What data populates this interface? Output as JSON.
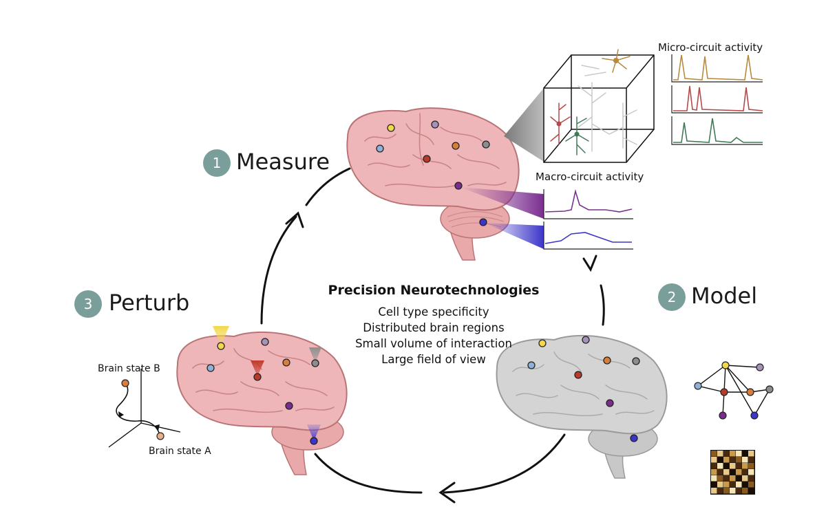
{
  "steps": {
    "measure": {
      "number": "1",
      "label": "Measure"
    },
    "model": {
      "number": "2",
      "label": "Model"
    },
    "perturb": {
      "number": "3",
      "label": "Perturb"
    }
  },
  "center": {
    "title": "Precision Neurotechnologies",
    "items": [
      "Cell type specificity",
      "Distributed brain regions",
      "Small volume of interaction",
      "Large field of view"
    ]
  },
  "labels": {
    "micro": "Micro-circuit activity",
    "macro": "Macro-circuit activity",
    "state_b": "Brain state B",
    "state_a": "Brain state A"
  },
  "colors": {
    "step_badge": "#7a9e9a",
    "brain_pink": "#eeb6b8",
    "brain_gray": "#d2d2d2",
    "micro_trace_1": "#b78a3e",
    "micro_trace_2": "#b74848",
    "micro_trace_3": "#3f7a55",
    "macro_trace_1": "#7b2d8f",
    "macro_trace_2": "#3b35c9"
  }
}
